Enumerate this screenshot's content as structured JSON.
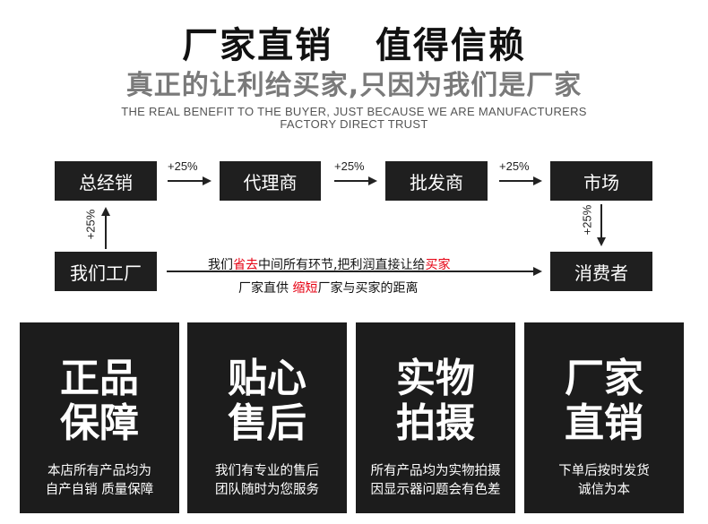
{
  "header": {
    "title": "厂家直销   值得信赖",
    "subtitle": "真正的让利给买家,只因为我们是厂家",
    "english_line1": "THE REAL BENEFIT TO THE BUYER, JUST BECAUSE WE ARE MANUFACTURERS",
    "english_line2": "FACTORY DIRECT TRUST"
  },
  "flow": {
    "nodes": {
      "general_distributor": "总经销",
      "agent": "代理商",
      "wholesaler": "批发商",
      "market": "市场",
      "our_factory": "我们工厂",
      "consumer": "消费者"
    },
    "markups": [
      "+25%",
      "+25%",
      "+25%",
      "+25%",
      "+25%"
    ],
    "message_line1": {
      "part1": "我们",
      "part2_red": "省去",
      "part3": "中间所有环节,把利润直接让给",
      "part4_red": "买家"
    },
    "message_line2": {
      "part1": "厂家直供 ",
      "part2_red": "缩短",
      "part3": "厂家与买家的距离"
    }
  },
  "cards": [
    {
      "line1": "正品",
      "line2": "保障",
      "desc1": "本店所有产品均为",
      "desc2": "自产自销 质量保障"
    },
    {
      "line1": "贴心",
      "line2": "售后",
      "desc1": "我们有专业的售后",
      "desc2": "团队随时为您服务"
    },
    {
      "line1": "实物",
      "line2": "拍摄",
      "desc1": "所有产品均为实物拍摄",
      "desc2": "因显示器问题会有色差"
    },
    {
      "line1": "厂家",
      "line2": "直销",
      "desc1": "下单后按时发货",
      "desc2": "诚信为本"
    }
  ],
  "colors": {
    "box_background": "#1f1f1f",
    "card_background": "#1c1c1c",
    "highlight_red": "#e60012",
    "subtitle_gray": "#7a7a7a"
  }
}
